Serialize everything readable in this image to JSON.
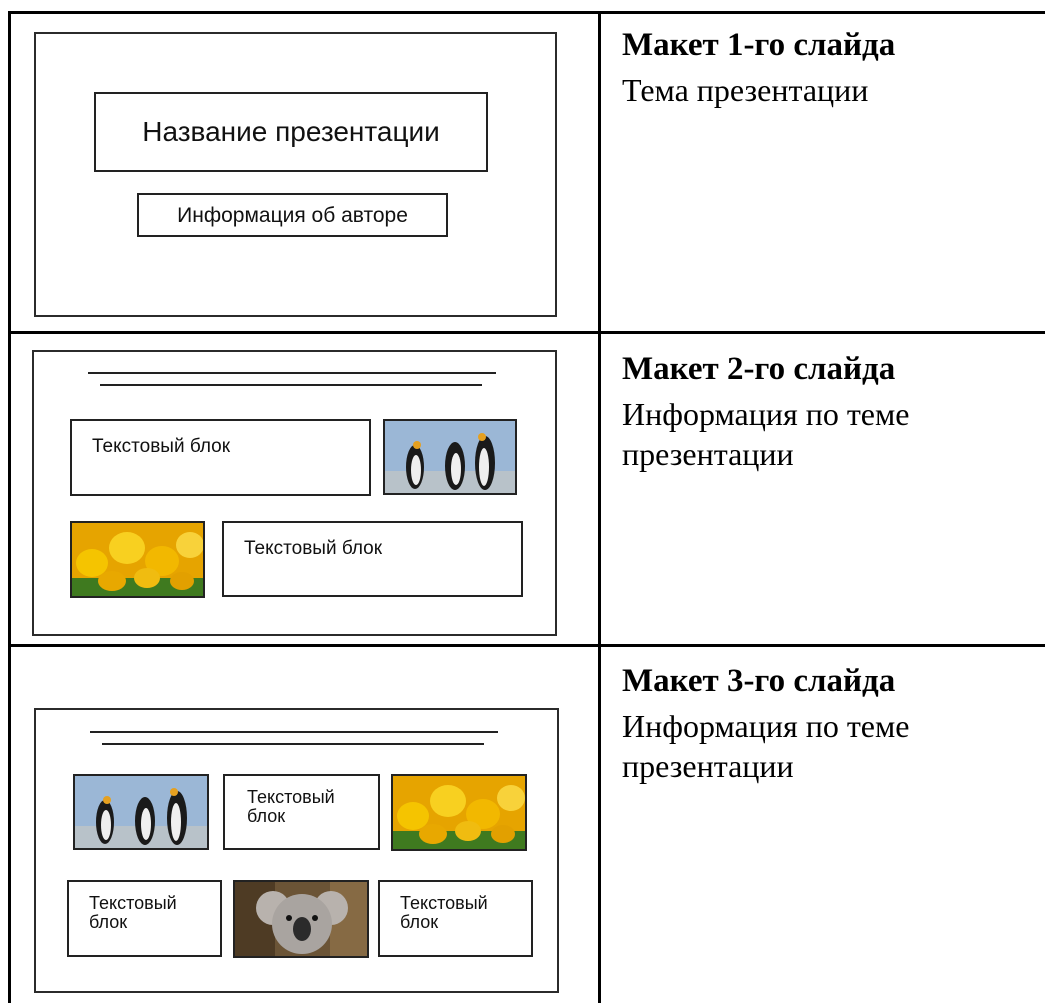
{
  "slides": [
    {
      "caption_title": "Макет 1-го слайда",
      "caption_body": "Тема презентации",
      "title_box": "Название презентации",
      "author_box": "Информация об авторе"
    },
    {
      "caption_title": "Макет 2-го слайда",
      "caption_body": "Информация по теме презентации",
      "text_block_1": "Текстовый блок",
      "text_block_2": "Текстовый блок",
      "images": [
        "penguins-photo",
        "tulips-photo"
      ]
    },
    {
      "caption_title": "Макет 3-го слайда",
      "caption_body": "Информация по теме презентации",
      "text_block_1": "Текстовый блок",
      "text_block_2": "Текстовый блок",
      "text_block_3": "Текстовый блок",
      "images": [
        "penguins-photo",
        "tulips-photo",
        "koala-photo"
      ]
    }
  ]
}
